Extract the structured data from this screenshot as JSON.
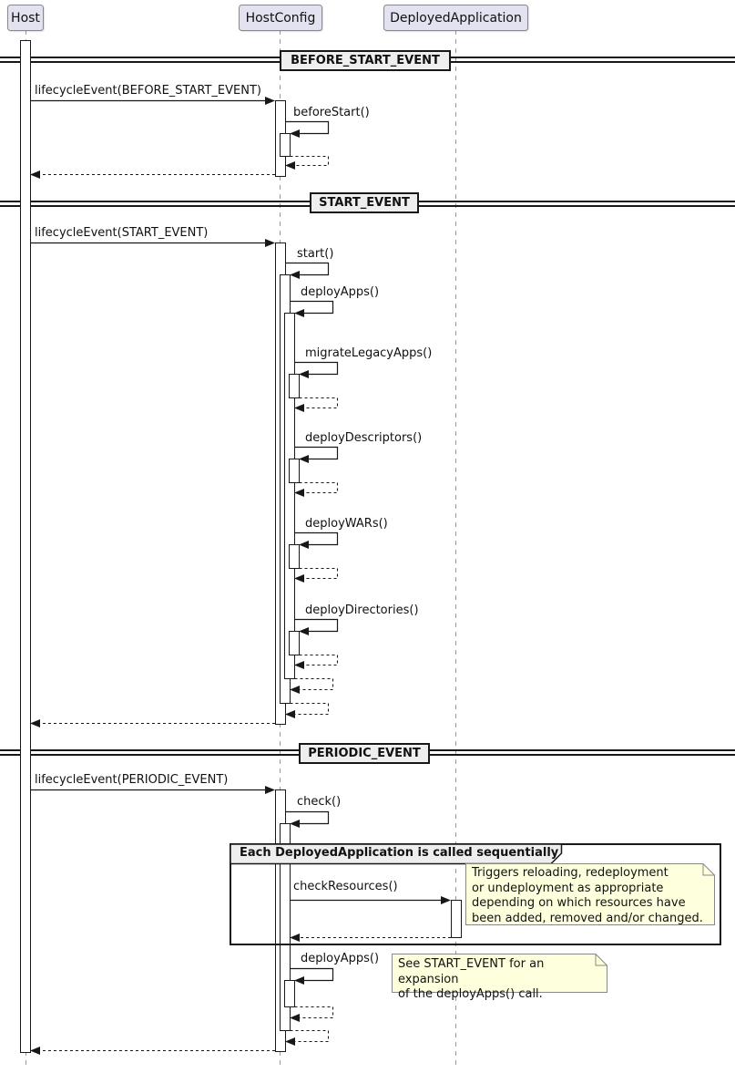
{
  "participants": [
    {
      "name": "Host"
    },
    {
      "name": "HostConfig"
    },
    {
      "name": "DeployedApplication"
    }
  ],
  "dividers": [
    {
      "label": "BEFORE_START_EVENT"
    },
    {
      "label": "START_EVENT"
    },
    {
      "label": "PERIODIC_EVENT"
    }
  ],
  "messages": {
    "lifecycle_before": "lifecycleEvent(BEFORE_START_EVENT)",
    "before_start": "beforeStart()",
    "lifecycle_start": "lifecycleEvent(START_EVENT)",
    "start": "start()",
    "deploy_apps": "deployApps()",
    "migrate_legacy_apps": "migrateLegacyApps()",
    "deploy_descriptors": "deployDescriptors()",
    "deploy_wars": "deployWARs()",
    "deploy_directories": "deployDirectories()",
    "lifecycle_periodic": "lifecycleEvent(PERIODIC_EVENT)",
    "check": "check()",
    "check_resources": "checkResources()",
    "deploy_apps_periodic": "deployApps()"
  },
  "group": {
    "label": "Each DeployedApplication is called sequentially"
  },
  "notes": {
    "check_resources_note": "Triggers reloading, redeployment\nor undeployment as appropriate\ndepending on which resources have\nbeen added, removed and/or changed.",
    "deploy_apps_note": "See START_EVENT for an expansion\nof the deployApps() call."
  },
  "colors": {
    "participant_fill": "#E2E2F0",
    "note_fill": "#FEFFDD",
    "divider_fill": "#EEEEEE",
    "line": "#181818",
    "lifeline": "#999999"
  }
}
